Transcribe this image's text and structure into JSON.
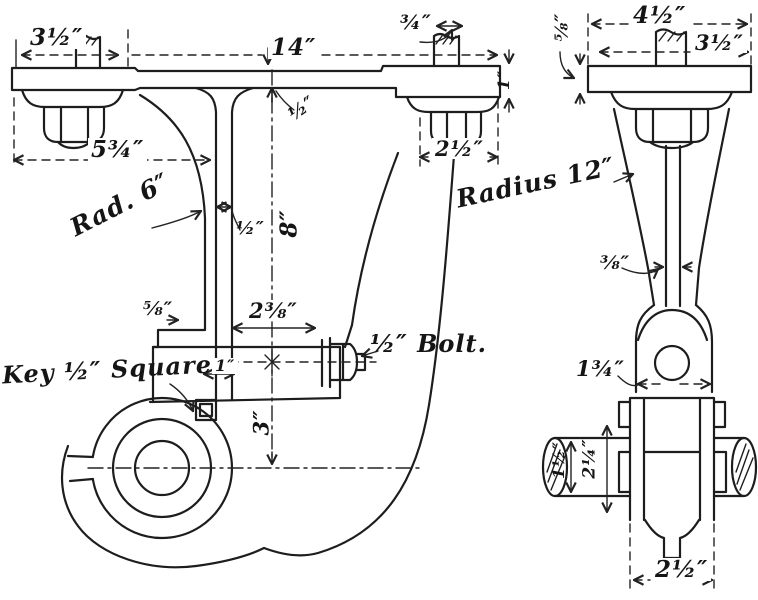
{
  "figure": {
    "kind": "hand-drawn engineering drawing",
    "subject": "drop hanger bracket, front and side elevations",
    "ink_color": "#1d1d1d",
    "paper_color": "#ffffff"
  },
  "front_view": {
    "dim_stud_left": "3½″",
    "dim_overall": "14″",
    "dim_stud_right": "¾″",
    "dim_plate_step": "½″",
    "dim_left_pad": "5¾″",
    "dim_right_pad": "2½″",
    "dim_plate_thk": "1″",
    "note_radius": "Rad. 6″",
    "dim_web": "½″",
    "dim_drop": "8″",
    "dim_lug": "⅝″",
    "dim_boss_w": "2⅜″",
    "note_bolt": "½″ Bolt.",
    "note_key": "Key ½″ Square",
    "dim_key": "1″",
    "dim_boss_drop": "3″"
  },
  "side_view": {
    "dim_foot": "4½″",
    "dim_stud": "3½″",
    "dim_plate": "⅝″",
    "note_radius": "Radius 12″",
    "dim_rib": "⅜″",
    "dim_boss": "1¾″",
    "dim_shaft": "1½″",
    "dim_clamp_h": "2¼″",
    "dim_clamp_w": "2½″"
  }
}
